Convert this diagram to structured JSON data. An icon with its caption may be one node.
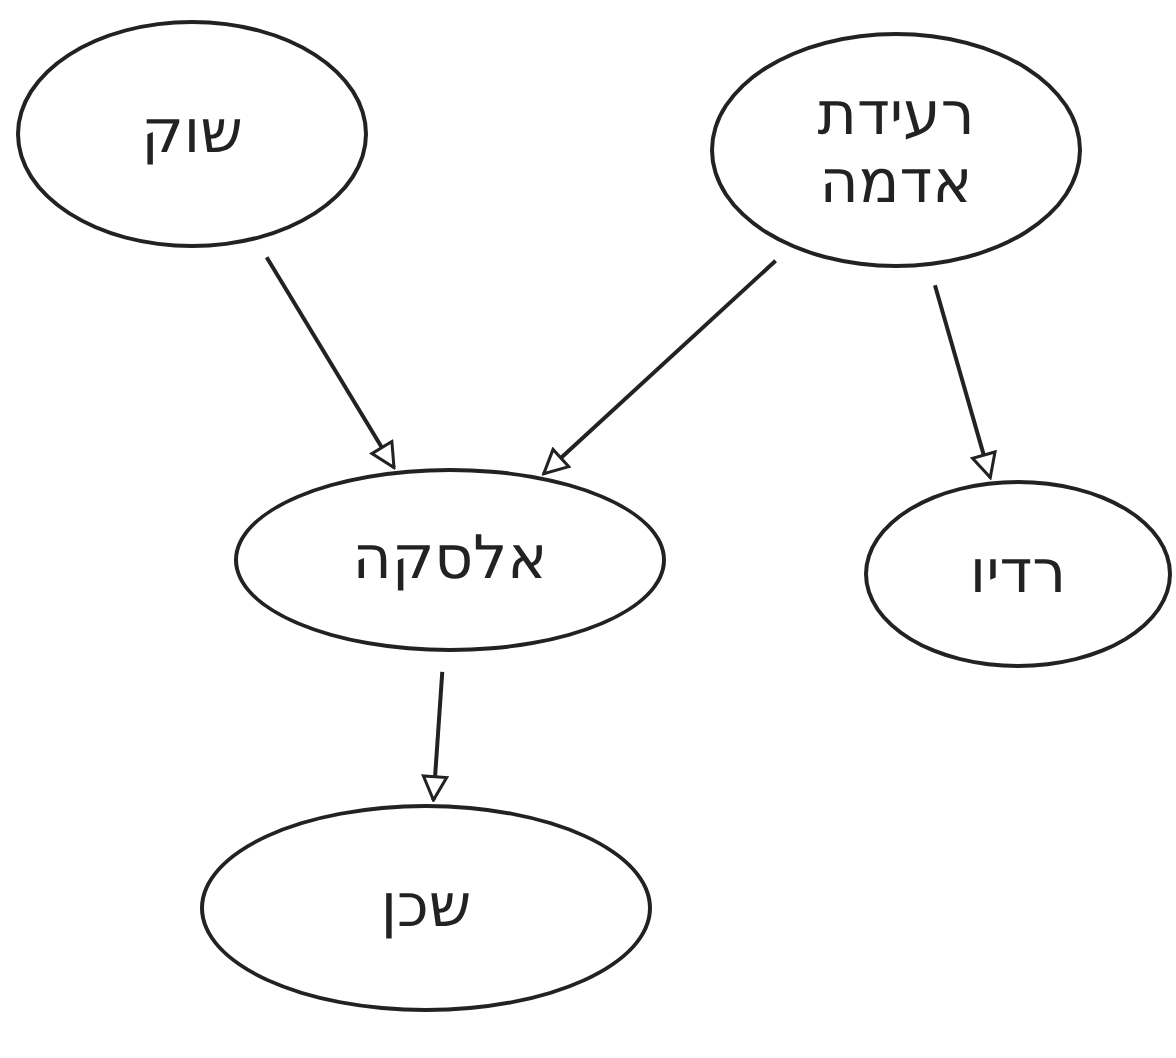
{
  "diagram": {
    "nodes": [
      {
        "text": [
          "שוק"
        ]
      },
      {
        "text": [
          "רעידת אדמה"
        ]
      },
      {
        "text": [
          "אלסקה"
        ]
      },
      {
        "text": [
          "רדיו"
        ]
      },
      {
        "text": [
          "שכן"
        ]
      }
    ],
    "edges": [
      {
        "from": 0,
        "to": 2,
        "arrow": "to"
      },
      {
        "from": 1,
        "to": 2,
        "arrow": "to"
      },
      {
        "from": 1,
        "to": 3,
        "arrow": "to"
      },
      {
        "from": 2,
        "to": 4,
        "arrow": "to"
      }
    ]
  }
}
